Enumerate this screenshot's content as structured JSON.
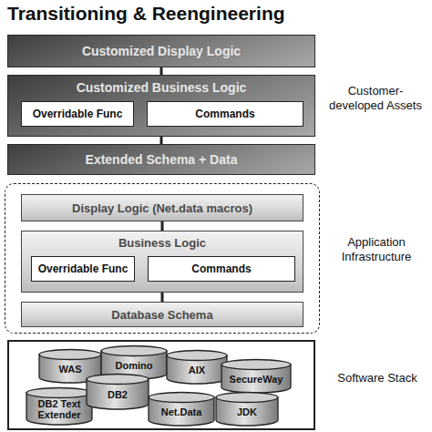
{
  "diagram": {
    "title": "Transitioning & Reengineering",
    "nodes": [
      {
        "text": [
          "Customized Display Logic"
        ]
      },
      {
        "text": [
          "Customized Business Logic"
        ]
      },
      {
        "text": [
          "Overridable Func"
        ],
        "in": 1
      },
      {
        "text": [
          "Commands"
        ],
        "in": 1
      },
      {
        "text": [
          "Extended Schema + Data"
        ]
      },
      {
        "text": [
          "Application Infrastructure"
        ]
      },
      {
        "text": [
          "Display Logic (Net.data macros)"
        ],
        "in": 5
      },
      {
        "text": [
          "Business Logic"
        ],
        "in": 5
      },
      {
        "text": [
          "Overridable Func"
        ],
        "in": 7
      },
      {
        "text": [
          "Commands"
        ],
        "in": 7
      },
      {
        "text": [
          "Database Schema"
        ],
        "in": 5
      },
      {
        "text": [
          "Software Stack"
        ]
      },
      {
        "text": [
          "WAS"
        ],
        "in": 11
      },
      {
        "text": [
          "Domino"
        ],
        "in": 11
      },
      {
        "text": [
          "AIX"
        ],
        "in": 11
      },
      {
        "text": [
          "SecureWay"
        ],
        "in": 11
      },
      {
        "text": [
          "DB2 Text Extender"
        ],
        "in": 11
      },
      {
        "text": [
          "DB2"
        ],
        "in": 11
      },
      {
        "text": [
          "Net.Data"
        ],
        "in": 11
      },
      {
        "text": [
          "JDK"
        ],
        "in": 11
      }
    ],
    "edges": [
      {
        "from": 0,
        "to": 1,
        "arrow": "none"
      },
      {
        "from": 1,
        "to": 4,
        "arrow": "none"
      },
      {
        "from": 6,
        "to": 7,
        "arrow": "none"
      },
      {
        "from": 7,
        "to": 10,
        "arrow": "none"
      }
    ],
    "labels": [
      "Customer-developed Assets"
    ]
  }
}
